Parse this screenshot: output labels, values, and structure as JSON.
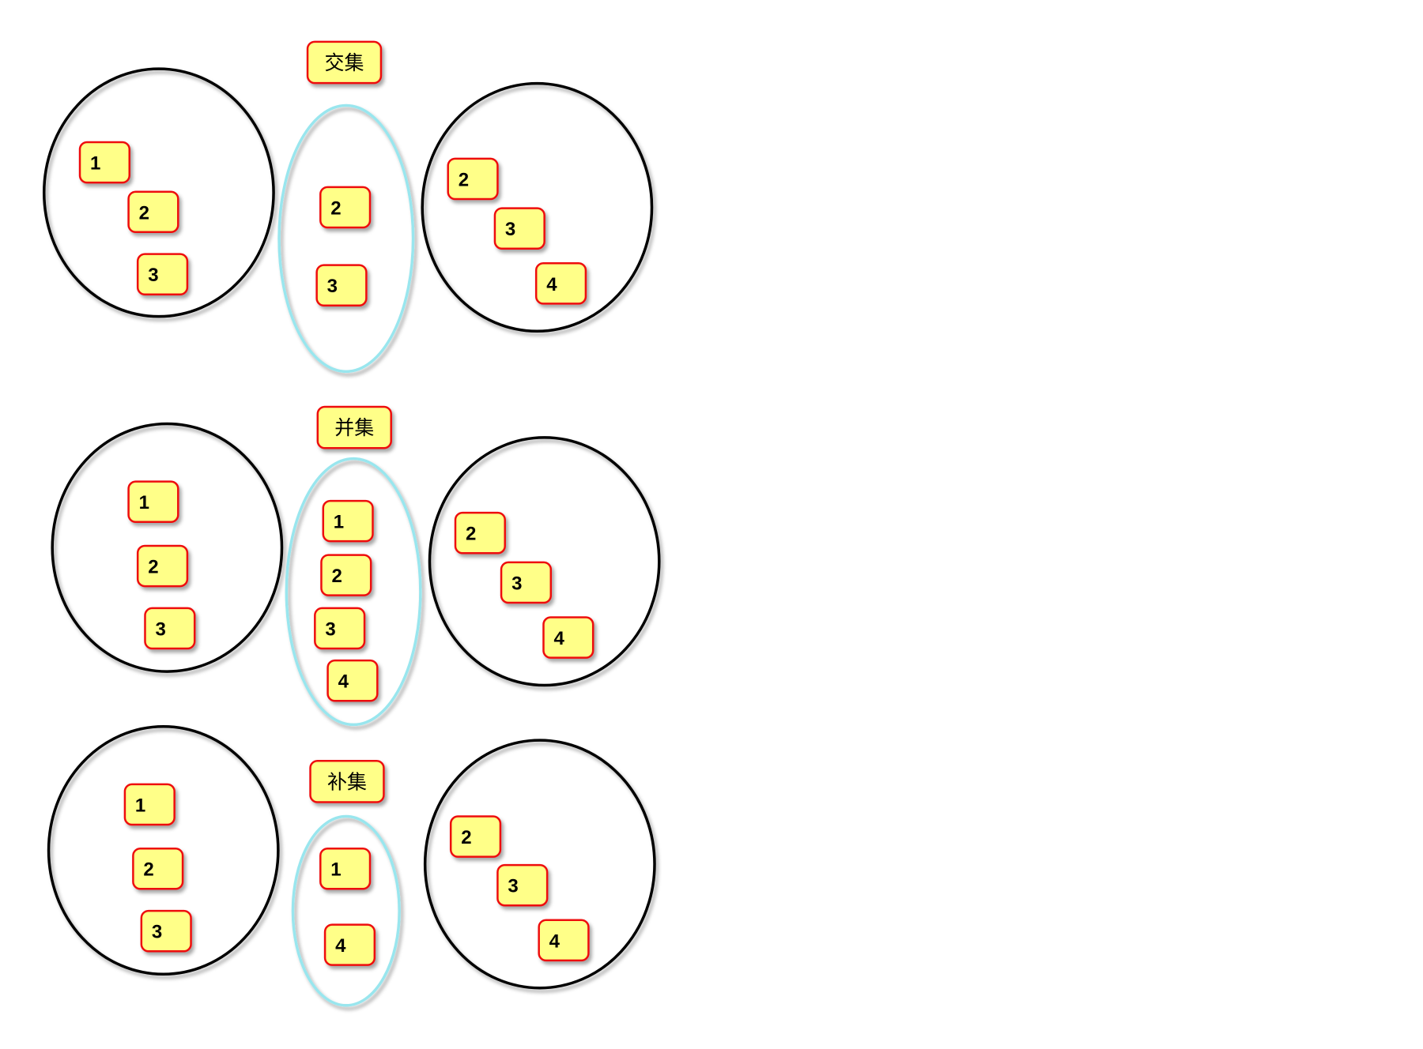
{
  "diagram": {
    "colors": {
      "tile_fill": "#ffff88",
      "tile_border": "#ee1111",
      "set_outline": "#000000",
      "result_outline": "#99e6ee",
      "background": "#ffffff"
    },
    "sections": [
      {
        "label": "交集",
        "left_set": [
          "1",
          "2",
          "3"
        ],
        "result_set": [
          "2",
          "3"
        ],
        "right_set": [
          "2",
          "3",
          "4"
        ]
      },
      {
        "label": "并集",
        "left_set": [
          "1",
          "2",
          "3"
        ],
        "result_set": [
          "1",
          "2",
          "3",
          "4"
        ],
        "right_set": [
          "2",
          "3",
          "4"
        ]
      },
      {
        "label": "补集",
        "left_set": [
          "1",
          "2",
          "3"
        ],
        "result_set": [
          "1",
          "4"
        ],
        "right_set": [
          "2",
          "3",
          "4"
        ]
      }
    ]
  }
}
